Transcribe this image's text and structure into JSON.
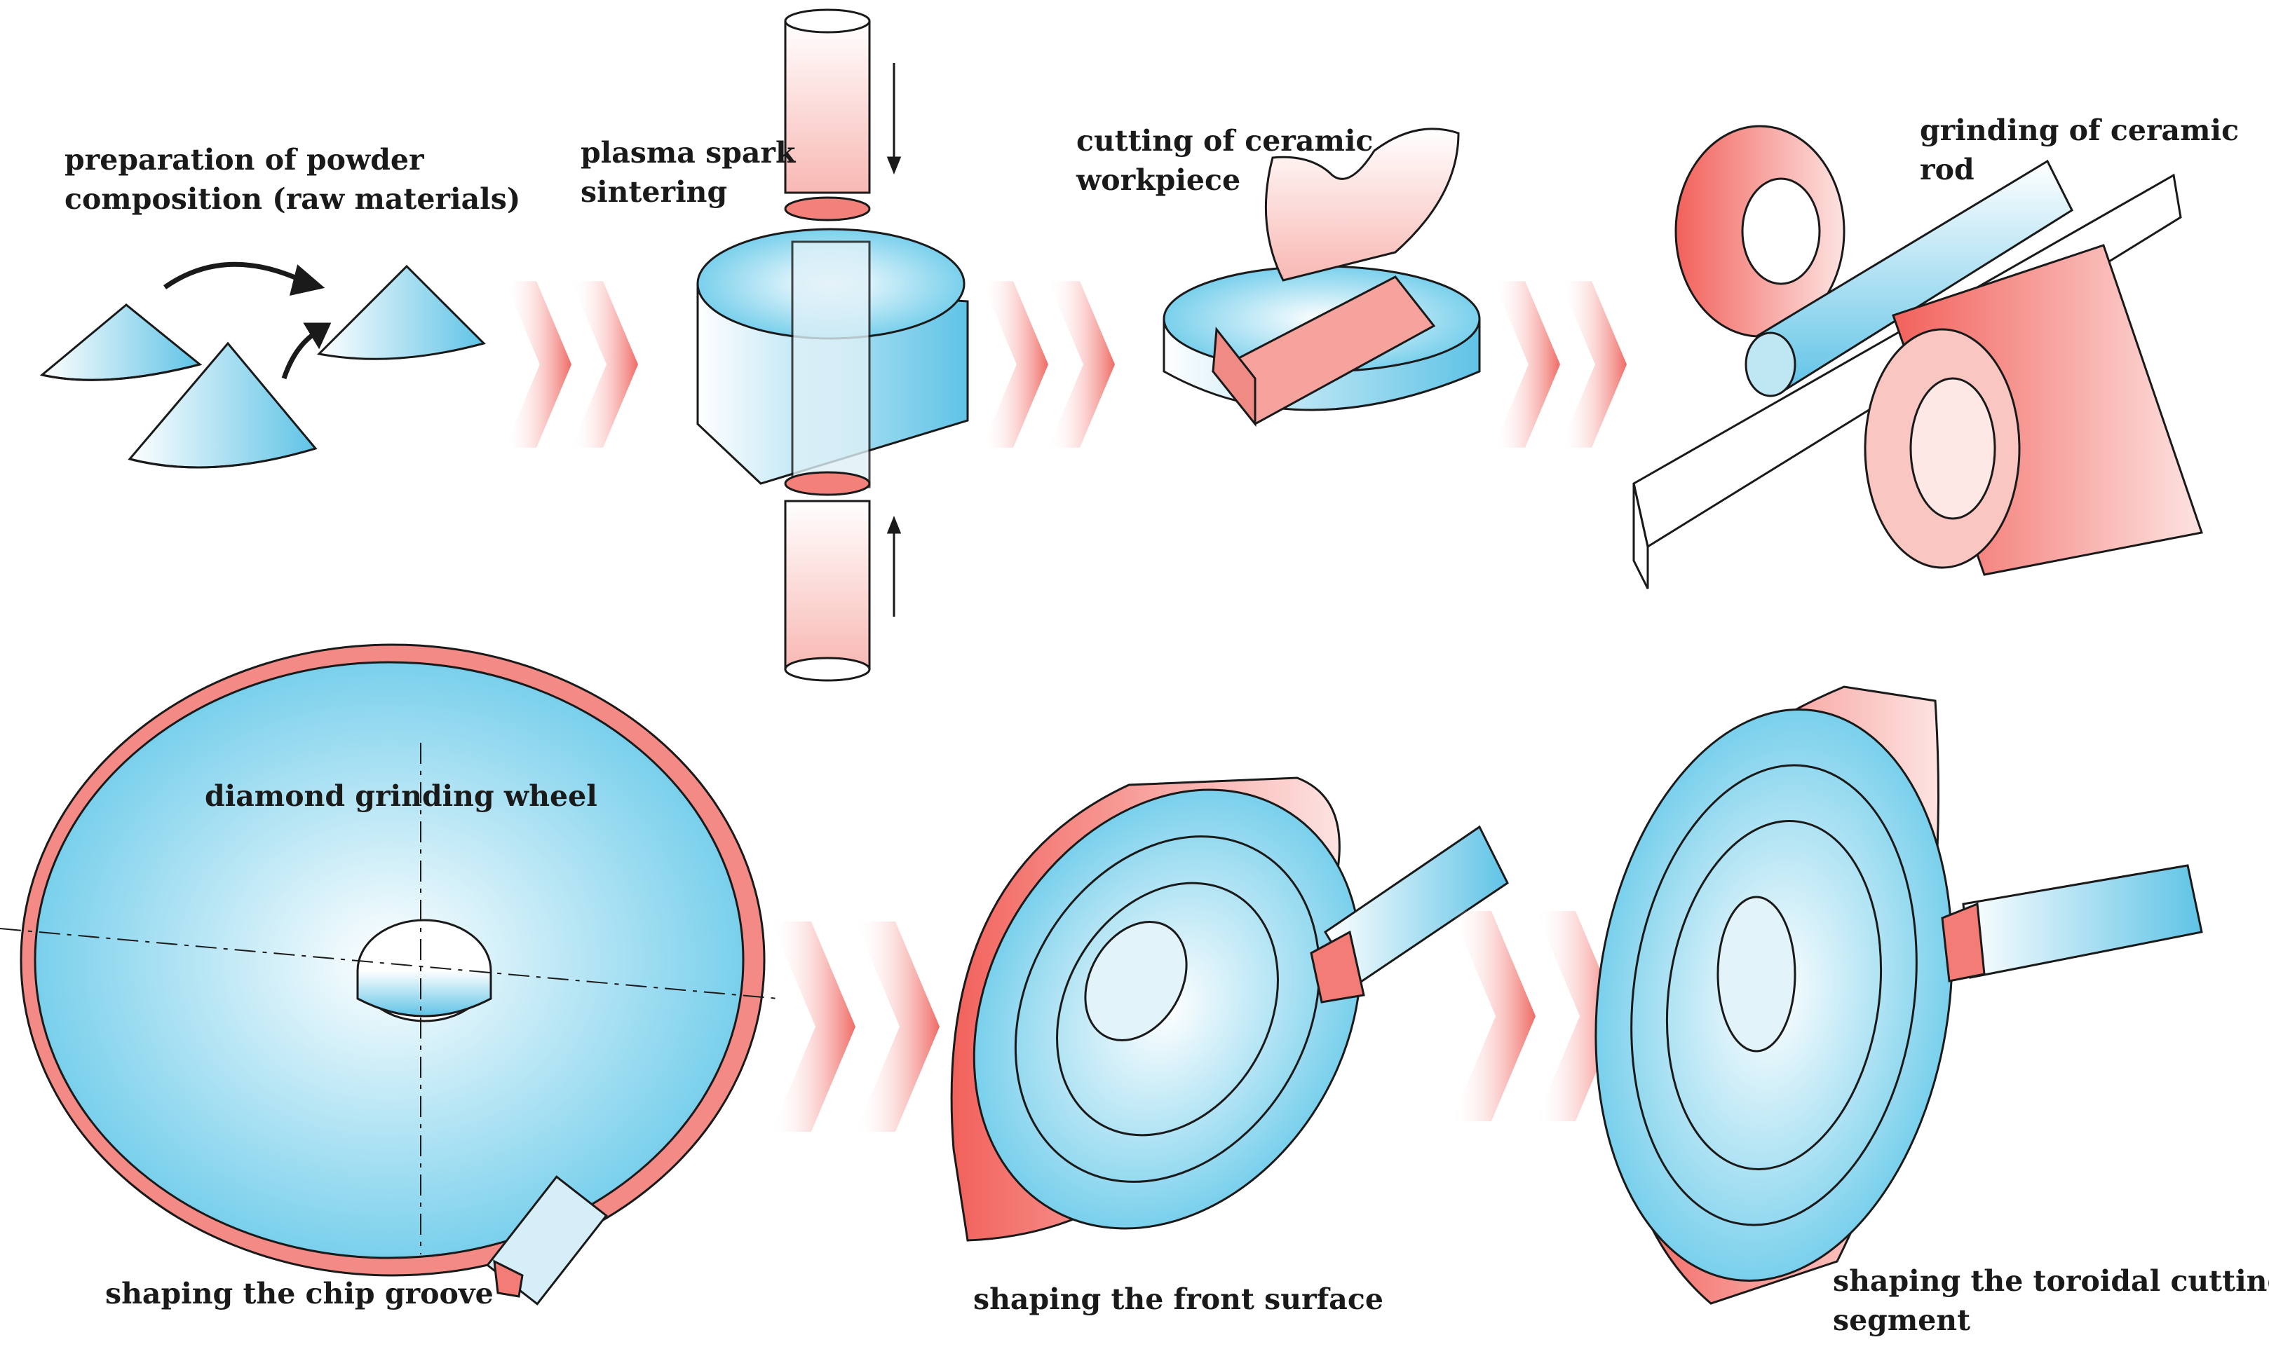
{
  "steps": {
    "powder": {
      "line1": "preparation of powder",
      "line2": "composition (raw materials)"
    },
    "sinter": {
      "line1": "plasma spark",
      "line2": "sintering"
    },
    "cutting": {
      "line1": "cutting of ceramic",
      "line2": "workpiece"
    },
    "grinding": {
      "line1": "grinding of ceramic",
      "line2": "rod"
    },
    "wheel": {
      "label": "diamond grinding wheel"
    },
    "chip": {
      "label": "shaping the chip groove"
    },
    "front": {
      "label": "shaping the front surface"
    },
    "toroidal": {
      "line1": "shaping the toroidal cutting",
      "line2": "segment"
    }
  },
  "colors": {
    "blue": "#5fc3e6",
    "red": "#f0605a",
    "chevron": "#f06a64",
    "outline": "#1a1a1a"
  },
  "icons": [
    "powder-cone-icon",
    "punch-cylinder-icon",
    "sintering-die-icon",
    "ceramic-disc-icon",
    "grinding-wheel-icon",
    "ceramic-rod-icon",
    "end-mill-tool-icon",
    "process-arrow-chevron-icon"
  ]
}
